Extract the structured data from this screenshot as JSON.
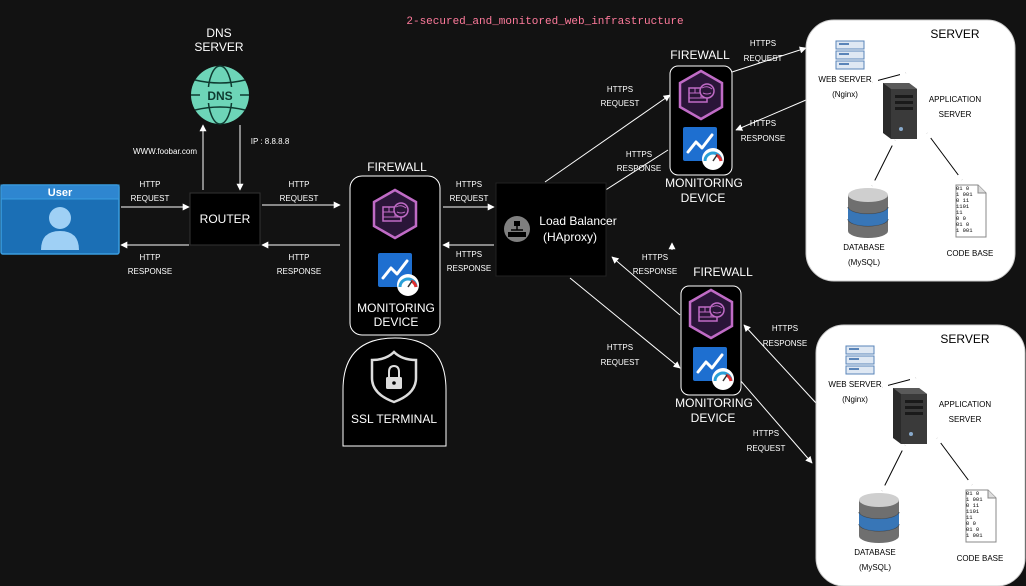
{
  "title": "2-secured_and_monitored_web_infrastructure",
  "user": {
    "label": "User"
  },
  "dns": {
    "label_line1": "DNS",
    "label_line2": "SERVER",
    "icon_text": "DNS",
    "domain": "WWW.foobar.com",
    "ip": "IP : 8.8.8.8"
  },
  "router": {
    "label": "ROUTER"
  },
  "load_balancer": {
    "line1": "Load Balancer",
    "line2": "(HAproxy)"
  },
  "firewall_label": "FIREWALL",
  "monitoring_line1": "MONITORING",
  "monitoring_line2": "DEVICE",
  "ssl_label": "SSL TERMINAL",
  "edges": {
    "http": "HTTP",
    "https": "HTTPS",
    "request": "REQUEST",
    "response": "RESPONSE"
  },
  "server": {
    "title": "SERVER",
    "web_server": "WEB SERVER",
    "nginx": "(Nginx)",
    "app_line1": "APPLICATION",
    "app_line2": "SERVER",
    "database": "DATABASE",
    "mysql": "(MySQL)",
    "code_base": "CODE BASE",
    "code_lines": [
      "01  0",
      "1   001",
      "0  11",
      "  1101",
      "11",
      "0 0",
      "   01  0",
      "1  001"
    ]
  },
  "colors": {
    "background": "#121212",
    "user_fill": "#1b6fb5",
    "user_border": "#3a9de0",
    "dns_fill": "#6dd5b8",
    "firewall_fill": "#2a1538",
    "firewall_stroke": "#c06bc6",
    "monitor_fill": "#1e6fd0",
    "lines": "#ffffff",
    "title": "#ff7b9c"
  }
}
